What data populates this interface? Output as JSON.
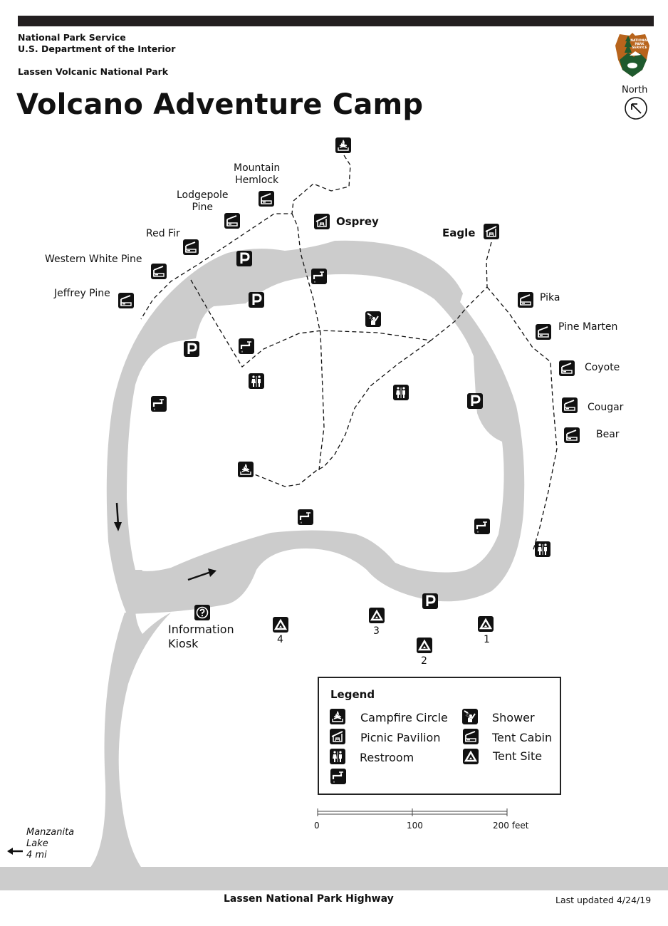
{
  "header": {
    "agency_line1": "National Park Service",
    "agency_line2": "U.S. Department of the Interior",
    "park_name": "Lassen Volcanic National Park",
    "title": "Volcano Adventure Camp",
    "north_label": "North",
    "logo_text": "NATIONAL PARK SERVICE"
  },
  "colors": {
    "road": "#cccccc",
    "icon_bg": "#111111",
    "bar": "#231f20",
    "logo_brown": "#b8641c",
    "logo_green": "#1f5a2e"
  },
  "cabins": [
    {
      "name": "Mountain Hemlock",
      "line1": "Mountain",
      "line2": "Hemlock",
      "icon": "tent-cabin-icon"
    },
    {
      "name": "Lodgepole Pine",
      "line1": "Lodgepole",
      "line2": "Pine",
      "icon": "tent-cabin-icon"
    },
    {
      "name": "Red Fir",
      "icon": "tent-cabin-icon"
    },
    {
      "name": "Western White Pine",
      "icon": "tent-cabin-icon"
    },
    {
      "name": "Jeffrey Pine",
      "icon": "tent-cabin-icon"
    },
    {
      "name": "Pika",
      "icon": "tent-cabin-icon"
    },
    {
      "name": "Pine Marten",
      "icon": "tent-cabin-icon"
    },
    {
      "name": "Coyote",
      "icon": "tent-cabin-icon"
    },
    {
      "name": "Cougar",
      "icon": "tent-cabin-icon"
    },
    {
      "name": "Bear",
      "icon": "tent-cabin-icon"
    }
  ],
  "pavilions": [
    {
      "name": "Osprey",
      "icon": "picnic-pavilion-icon"
    },
    {
      "name": "Eagle",
      "icon": "picnic-pavilion-icon"
    }
  ],
  "tent_sites": [
    "1",
    "2",
    "3",
    "4"
  ],
  "info_kiosk": {
    "line1": "Information",
    "line2": "Kiosk",
    "icon": "information-icon"
  },
  "parking_label": "P",
  "legend": {
    "title": "Legend",
    "items": [
      {
        "icon": "campfire-circle-icon",
        "label": "Campfire Circle"
      },
      {
        "icon": "picnic-pavilion-icon",
        "label": "Picnic Pavilion"
      },
      {
        "icon": "restroom-icon",
        "label": "Restroom"
      },
      {
        "icon": "water-faucet-icon",
        "label": ""
      },
      {
        "icon": "shower-icon",
        "label": "Shower"
      },
      {
        "icon": "tent-cabin-icon",
        "label": "Tent Cabin"
      },
      {
        "icon": "tent-site-icon",
        "label": "Tent Site"
      }
    ]
  },
  "scale": {
    "ticks": [
      "0",
      "100",
      "200 feet"
    ]
  },
  "directions": {
    "line1": "Manzanita",
    "line2": "Lake",
    "line3": "4 mi"
  },
  "footer": {
    "highway": "Lassen National Park Highway",
    "updated": "Last updated 4/24/19"
  }
}
